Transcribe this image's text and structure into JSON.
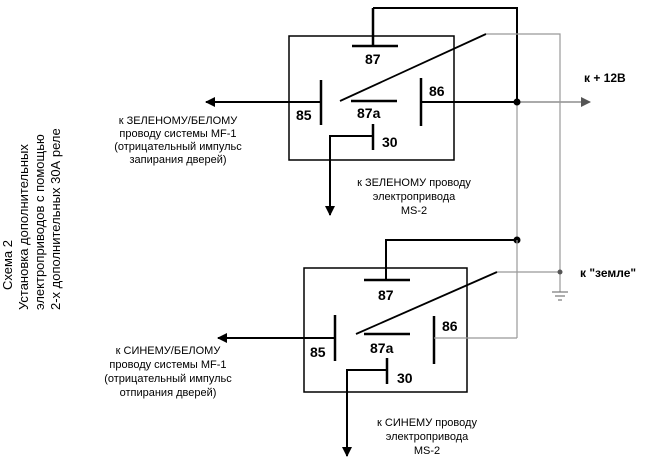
{
  "side_title": [
    "Схема 2",
    "Установка дополнительных",
    "электроприводов с помощью",
    "2-х дополнительных 30А реле"
  ],
  "relay1": {
    "pins": {
      "p87": "87",
      "p87a": "87a",
      "p85": "85",
      "p86": "86",
      "p30": "30"
    },
    "left_label": [
      "к ЗЕЛЕНОМУ/БЕЛОМУ",
      "проводу системы MF-1",
      "(отрицательный импульс",
      "запирания дверей)"
    ],
    "bottom_label": [
      "к ЗЕЛЕНОМУ проводу",
      "электропривода",
      "MS-2"
    ]
  },
  "relay2": {
    "pins": {
      "p87": "87",
      "p87a": "87a",
      "p85": "85",
      "p86": "86",
      "p30": "30"
    },
    "left_label": [
      "к СИНЕМУ/БЕЛОМУ",
      "проводу системы MF-1",
      "(отрицательный импульс",
      "отпирания дверей)"
    ],
    "bottom_label": [
      "к СИНЕМУ проводу",
      "электропривода",
      "MS-2"
    ]
  },
  "plus12_label": "к + 12В",
  "ground_label": "к \"земле\""
}
